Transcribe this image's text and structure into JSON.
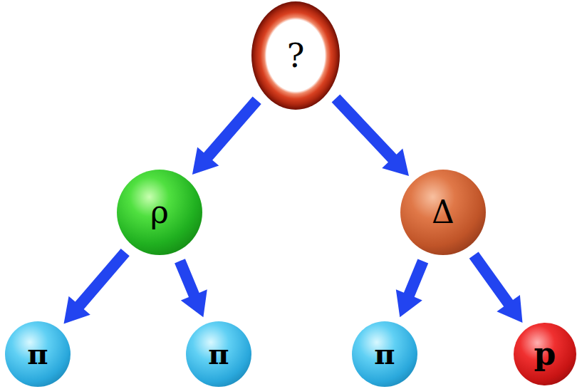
{
  "diagram": {
    "nodes": [
      {
        "text": [
          "?"
        ]
      },
      {
        "text": [
          "ρ"
        ]
      },
      {
        "text": [
          "Δ"
        ]
      },
      {
        "text": [
          "π"
        ]
      },
      {
        "text": [
          "π"
        ]
      },
      {
        "text": [
          "π"
        ]
      },
      {
        "text": [
          "p"
        ]
      }
    ],
    "edges": [
      {
        "from": 0,
        "to": 1,
        "arrow": "to"
      },
      {
        "from": 0,
        "to": 2,
        "arrow": "to"
      },
      {
        "from": 1,
        "to": 3,
        "arrow": "to"
      },
      {
        "from": 1,
        "to": 4,
        "arrow": "to"
      },
      {
        "from": 2,
        "to": 5,
        "arrow": "to"
      },
      {
        "from": 2,
        "to": 6,
        "arrow": "to"
      }
    ]
  }
}
